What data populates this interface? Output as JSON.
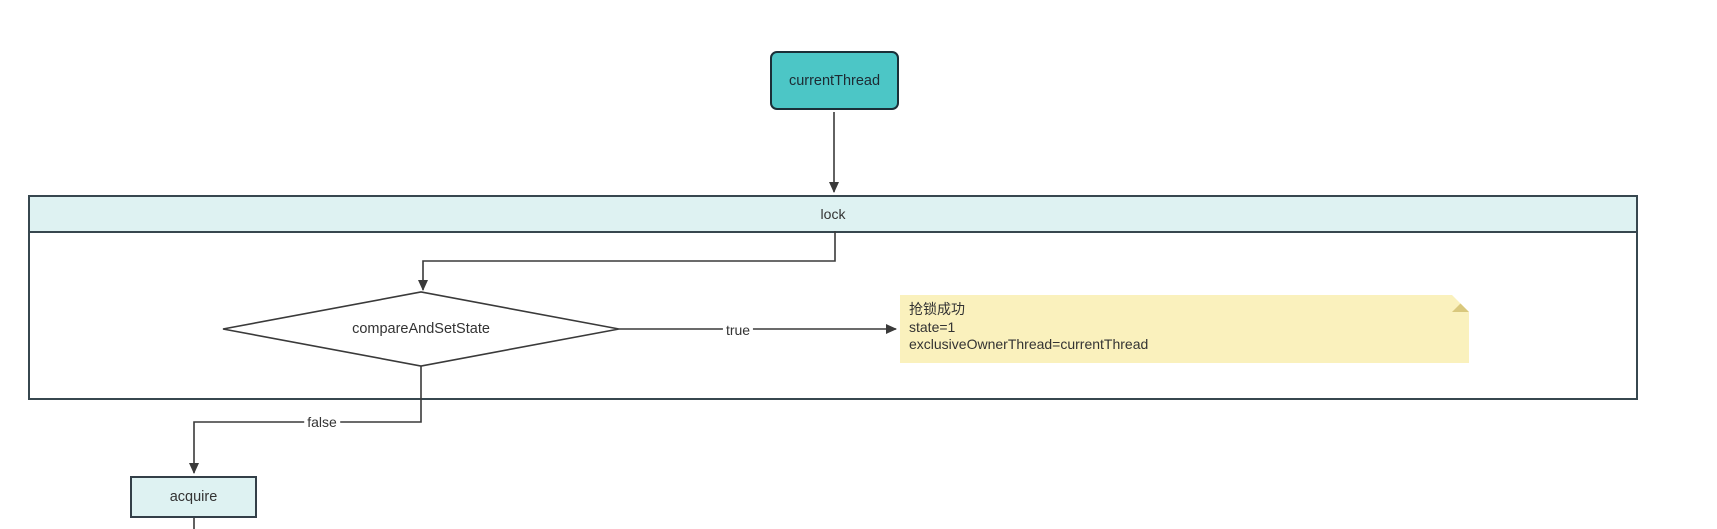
{
  "diagram": {
    "nodes": {
      "current_thread": {
        "label": "currentThread"
      },
      "lock_container": {
        "title": "lock"
      },
      "decision": {
        "label": "compareAndSetState"
      },
      "acquire": {
        "label": "acquire"
      },
      "note": {
        "line1": "抢锁成功",
        "line2": "state=1",
        "line3": "exclusiveOwnerThread=currentThread"
      }
    },
    "edges": {
      "true_label": "true",
      "false_label": "false"
    },
    "colors": {
      "node_teal": "#4cc6c6",
      "lane_header_cyan": "#def2f2",
      "lane_border": "#37474f",
      "note_yellow": "#faf1bd",
      "note_fold": "#d9c87d",
      "line": "#3a3a3a",
      "text": "#333333"
    }
  }
}
